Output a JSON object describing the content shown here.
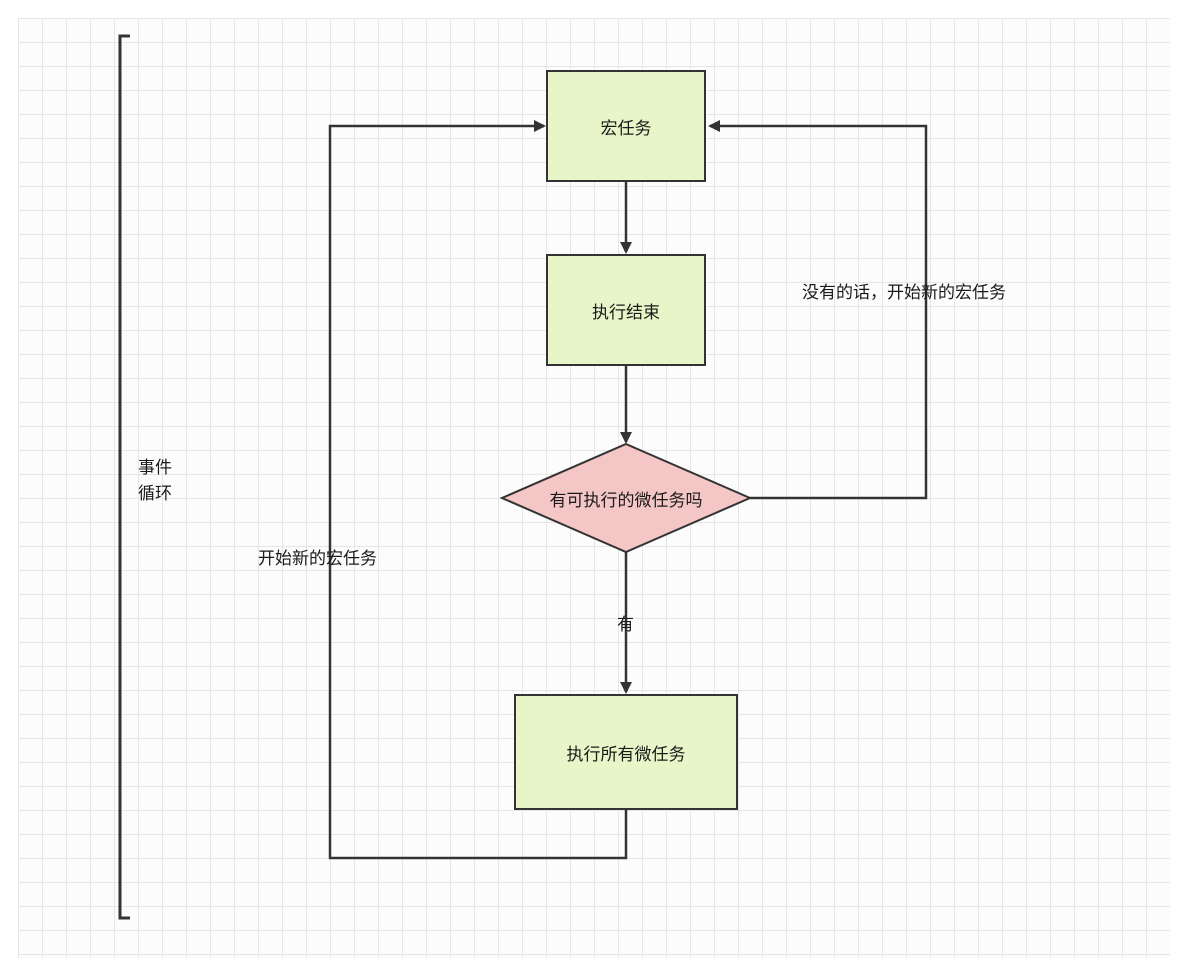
{
  "nodes": {
    "macro_task": "宏任务",
    "exec_end": "执行结束",
    "decision": "有可执行的微任务吗",
    "exec_all_micro": "执行所有微任务"
  },
  "edge_labels": {
    "no_start_new": "没有的话，开始新的宏任务",
    "yes": "有",
    "start_new": "开始新的宏任务"
  },
  "bracket_label": {
    "line1": "事件",
    "line2": "循环"
  },
  "colors": {
    "process_fill": "#e8f5c8",
    "decision_fill": "#f5c6c6",
    "stroke": "#333333"
  }
}
